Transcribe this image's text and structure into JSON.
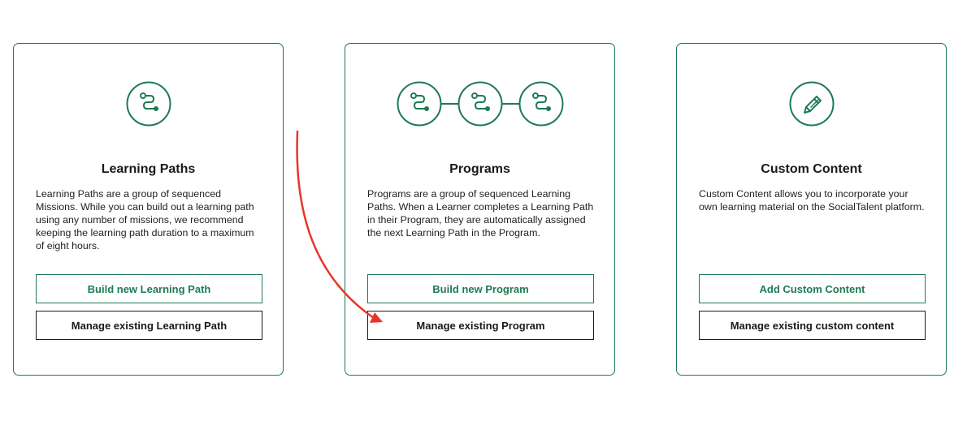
{
  "cards": [
    {
      "icon": "path-icon",
      "title": "Learning Paths",
      "description": "Learning Paths are a group of sequenced Missions. While you can build out a learning path using any number of missions, we recommend keeping the learning path duration to a maximum of eight hours.",
      "primary_label": "Build new Learning Path",
      "secondary_label": "Manage existing Learning Path"
    },
    {
      "icon": "program-chain-icon",
      "title": "Programs",
      "description": "Programs are a group of sequenced Learning Paths. When a Learner completes a Learning Path in their Program, they are automatically assigned the next Learning Path in the Program.",
      "primary_label": "Build new Program",
      "secondary_label": "Manage existing Program"
    },
    {
      "icon": "pencil-icon",
      "title": "Custom Content",
      "description": "Custom Content allows you to incorporate your own learning material on the SocialTalent platform.",
      "primary_label": "Add Custom Content",
      "secondary_label": "Manage existing custom content"
    }
  ],
  "colors": {
    "accent": "#1e7a55",
    "annotation_arrow": "#e8352b"
  },
  "annotation": {
    "type": "arrow",
    "points_to": "Manage existing Program"
  }
}
